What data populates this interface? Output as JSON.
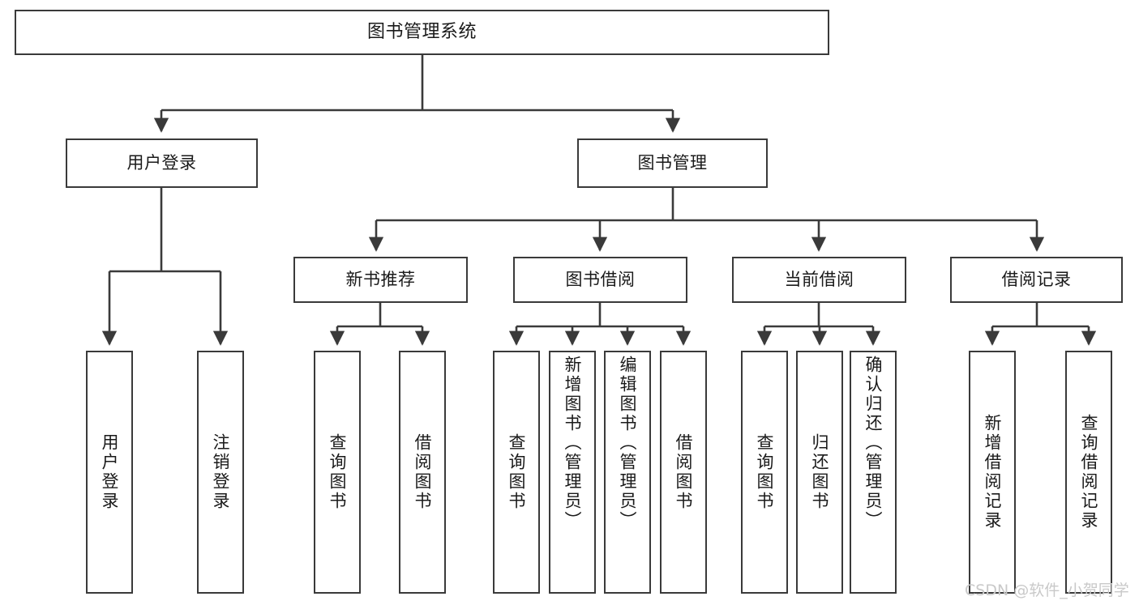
{
  "diagram": {
    "title": "图书管理系统",
    "type": "tree-hierarchy-chart",
    "colors": {
      "box_border": "#3a3a3a",
      "box_fill": "#ffffff",
      "edge": "#3a3a3a",
      "text": "#1a1a1a",
      "watermark": "#c9c9c9",
      "background": "#ffffff"
    },
    "watermark": "CSDN @软件_小贺同学",
    "nodes": {
      "root": {
        "label": "图书管理系统"
      },
      "level2": [
        {
          "label": "用户登录"
        },
        {
          "label": "图书管理"
        }
      ],
      "level3": [
        {
          "label": "新书推荐"
        },
        {
          "label": "图书借阅"
        },
        {
          "label": "当前借阅"
        },
        {
          "label": "借阅记录"
        }
      ],
      "leaves": {
        "user_login": [
          {
            "label": "用户登录"
          },
          {
            "label": "注销登录"
          }
        ],
        "new_book_recommend": [
          {
            "label": "查询图书"
          },
          {
            "label": "借阅图书"
          }
        ],
        "book_borrow": [
          {
            "label": "查询图书"
          },
          {
            "label": "新增图书（管理员）"
          },
          {
            "label": "编辑图书（管理员）"
          },
          {
            "label": "借阅图书"
          }
        ],
        "current_borrow": [
          {
            "label": "查询图书"
          },
          {
            "label": "归还图书"
          },
          {
            "label": "确认归还（管理员）"
          }
        ],
        "borrow_records": [
          {
            "label": "新增借阅记录"
          },
          {
            "label": "查询借阅记录"
          }
        ]
      }
    }
  }
}
